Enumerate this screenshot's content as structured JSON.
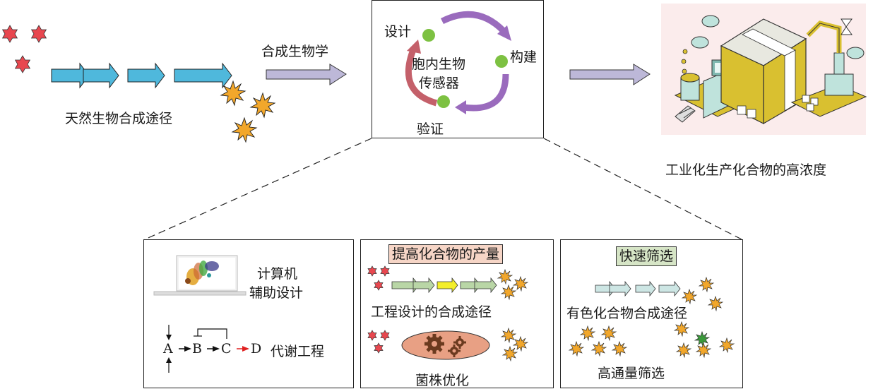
{
  "top": {
    "natural_pathway_label": "天然生物合成途径",
    "synbio_label": "合成生物学",
    "industrial_label": "工业化生产化合物的高浓度"
  },
  "cycle": {
    "center_line1": "胞内生物",
    "center_line2": "传感器",
    "design": "设计",
    "build": "构建",
    "verify": "验证"
  },
  "panel_left": {
    "computer_line1": "计算机",
    "computer_line2": "辅助设计",
    "metabolic_label": "代谢工程",
    "nodes": [
      "A",
      "B",
      "C",
      "D"
    ]
  },
  "panel_middle": {
    "title": "提高化合物的产量",
    "pathway_label": "工程设计的合成途径",
    "strain_label": "菌株优化"
  },
  "panel_right": {
    "title": "快速筛选",
    "pathway_label": "有色化合物合成途径",
    "screen_label": "高通量筛选"
  },
  "colors": {
    "red_star": "#e8474f",
    "yellow_burst": "#f2a72b",
    "green_burst": "#3a9a3a",
    "blue_arrow": "#4fb8dc",
    "lavender_arrow": "#bdb8d8",
    "green_arrow": "#b9d6a6",
    "yellow_arrow": "#f3ee2a",
    "teal_arrow": "#cde6e4",
    "cycle_purple": "#9a6bbd",
    "cycle_red": "#c4606a",
    "node_green": "#7dc142",
    "middle_title_bg": "#f6d5c6",
    "right_title_bg": "#d6e5c6",
    "cell_oval": "#e8a084",
    "gear": "#6b3a1f",
    "factory_bg": "#fbecec"
  }
}
